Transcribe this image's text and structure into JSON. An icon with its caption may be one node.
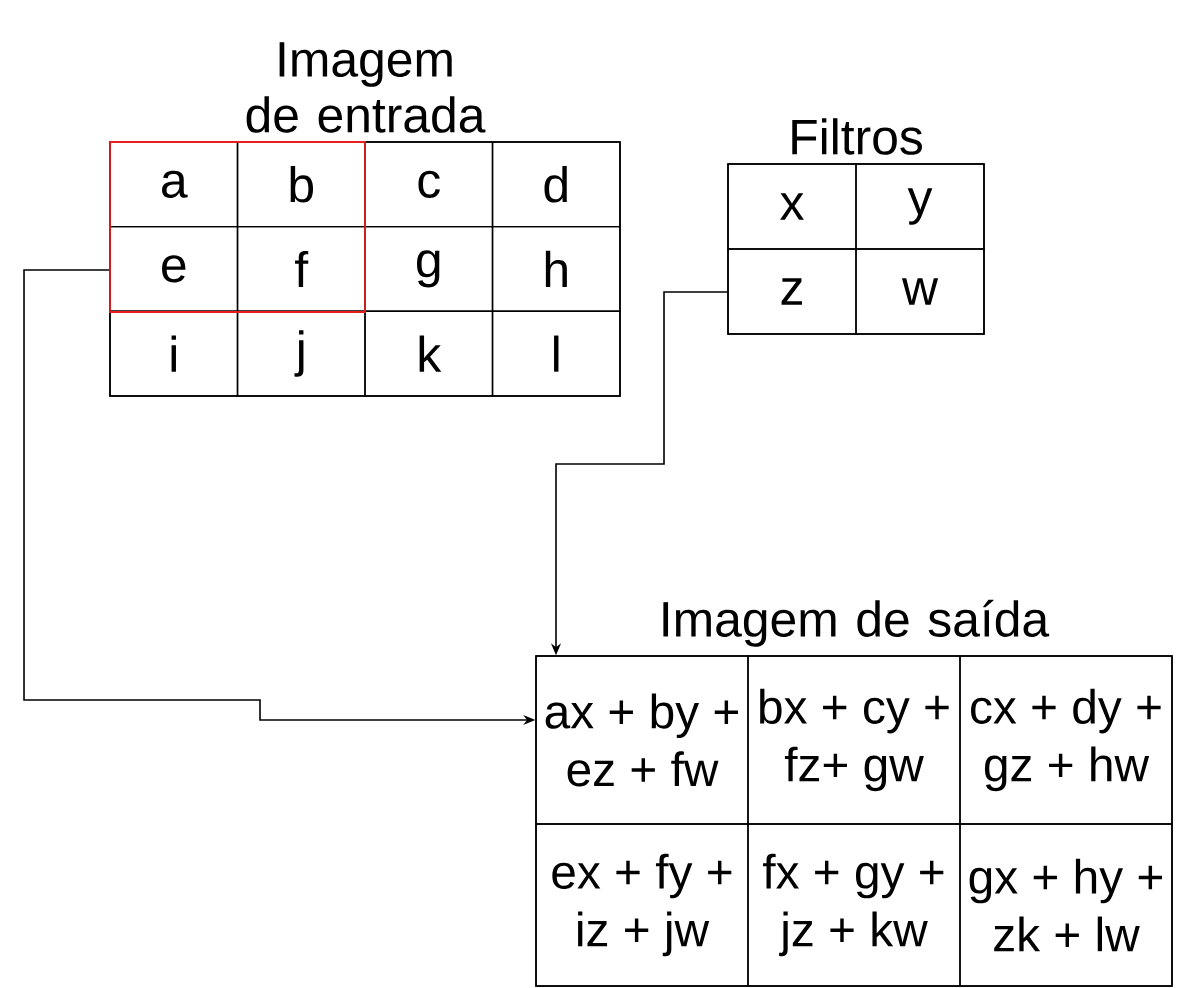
{
  "diagram": {
    "nodes": [
      {
        "text": [
          "Imagem de entrada"
        ]
      },
      {
        "text": [],
        "shape": "box",
        "in": 0
      },
      {
        "text": [
          "a"
        ],
        "in": 1
      },
      {
        "text": [
          "b"
        ],
        "in": 1
      },
      {
        "text": [
          "c"
        ],
        "in": 0
      },
      {
        "text": [
          "d"
        ],
        "in": 0
      },
      {
        "text": [
          "e"
        ],
        "in": 1
      },
      {
        "text": [
          "f"
        ],
        "in": 1
      },
      {
        "text": [
          "g"
        ],
        "in": 0
      },
      {
        "text": [
          "h"
        ],
        "in": 0
      },
      {
        "text": [
          "i"
        ],
        "in": 0
      },
      {
        "text": [
          "j"
        ],
        "in": 0
      },
      {
        "text": [
          "k"
        ],
        "in": 0
      },
      {
        "text": [
          "l"
        ],
        "in": 0
      },
      {
        "text": [
          "Filtros"
        ]
      },
      {
        "text": [
          "x"
        ],
        "in": 14
      },
      {
        "text": [
          "y"
        ],
        "in": 14
      },
      {
        "text": [
          "z"
        ],
        "in": 14
      },
      {
        "text": [
          "w"
        ],
        "in": 14
      },
      {
        "text": [
          "Imagem de saída"
        ]
      },
      {
        "text": [
          "ax + by + ez + fw"
        ],
        "in": 19
      },
      {
        "text": [
          "bx + cy + fz+ gw"
        ],
        "in": 19
      },
      {
        "text": [
          "cx + dy + gz + hw"
        ],
        "in": 19
      },
      {
        "text": [
          "ex + fy + iz + jw"
        ],
        "in": 19
      },
      {
        "text": [
          "fx + gy + jz + kw"
        ],
        "in": 19
      },
      {
        "text": [
          "gx + hy + zk + lw"
        ],
        "in": 19
      }
    ],
    "edges": [
      {
        "from": 1,
        "to": 20,
        "arrow": "to"
      },
      {
        "from": 17,
        "to": 20,
        "arrow": "to"
      }
    ]
  }
}
